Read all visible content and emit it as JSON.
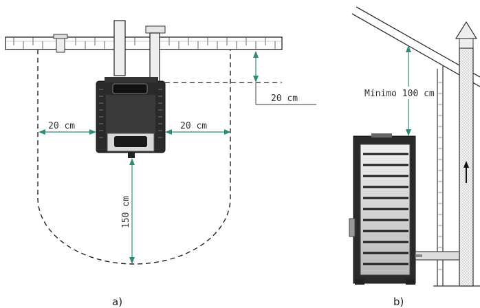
{
  "diagram_a": {
    "caption": "a)",
    "clearances": {
      "rear": "20 cm",
      "left": "20 cm",
      "right": "20 cm",
      "front": "150 cm"
    }
  },
  "diagram_b": {
    "caption": "b)",
    "ceiling_clearance": "Mínimo 100 cm"
  },
  "colors": {
    "dimension_line": "#2e8b7a",
    "stove_dark": "#2a2a2a",
    "stove_light": "#d8d8d8",
    "wall_pattern": "#cfcfcf"
  }
}
